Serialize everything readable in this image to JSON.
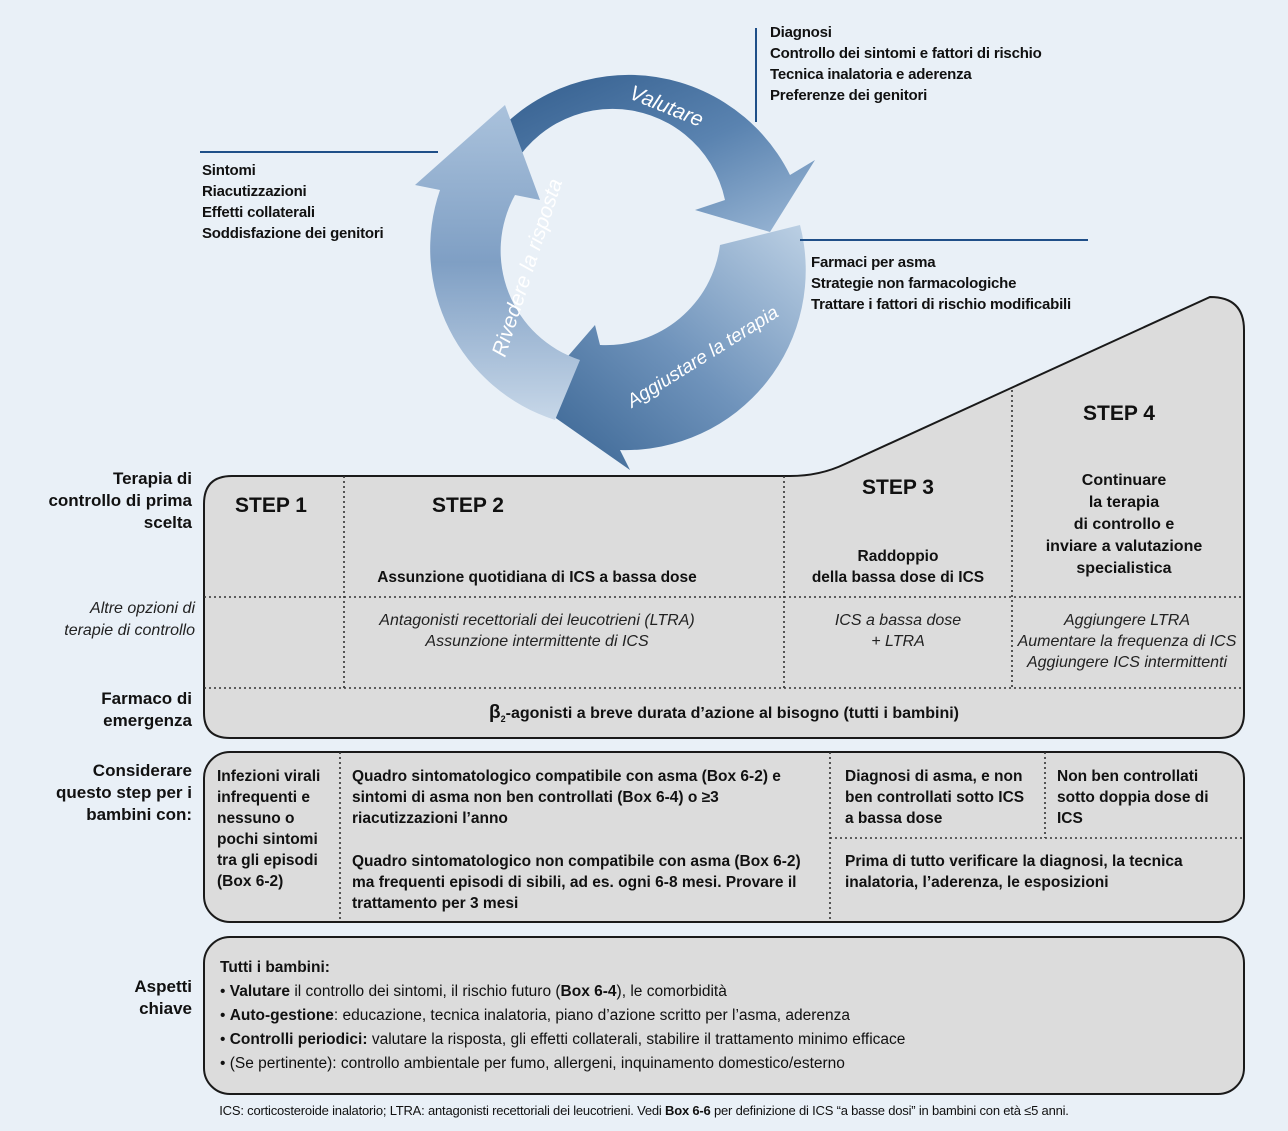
{
  "cycle": {
    "labels": {
      "assess": "Valutare",
      "adjust": "Aggiustare la terapia",
      "review": "Rivedere la risposta"
    },
    "assess_items": [
      "Diagnosi",
      "Controllo dei sintomi e fattori di rischio",
      "Tecnica inalatoria e aderenza",
      "Preferenze dei genitori"
    ],
    "review_items": [
      "Sintomi",
      "Riacutizzazioni",
      "Effetti collaterali",
      "Soddisfazione dei genitori"
    ],
    "adjust_items": [
      "Farmaci per asma",
      "Strategie non farmacologiche",
      "Trattare i fattori di rischio modificabili"
    ]
  },
  "row_labels": {
    "controller": "Terapia di controllo di prima scelta",
    "other": "Altre opzioni di terapie di controllo",
    "reliever": "Farmaco di emergenza",
    "consider": "Considerare questo step per i bambini con:",
    "key": "Aspetti chiave"
  },
  "steps": {
    "s1": {
      "title": "STEP 1"
    },
    "s2": {
      "title": "STEP 2",
      "preferred": "Assunzione quotidiana di ICS a bassa dose",
      "other": [
        "Antagonisti recettoriali dei leucotrieni (LTRA)",
        "Assunzione intermittente di ICS"
      ]
    },
    "s3": {
      "title": "STEP 3",
      "preferred": [
        "Raddoppio",
        "della bassa dose di ICS"
      ],
      "other": [
        "ICS a bassa dose",
        "+ LTRA"
      ]
    },
    "s4": {
      "title": "STEP 4",
      "preferred": [
        "Continuare",
        "la terapia",
        "di controllo e",
        "inviare a valutazione",
        "specialistica"
      ],
      "other": [
        "Aggiungere LTRA",
        "Aumentare la frequenza di ICS",
        "Aggiungere ICS intermittenti"
      ]
    }
  },
  "reliever": {
    "beta": "β",
    "sub": "2",
    "text": "-agonisti a breve durata d’azione al bisogno (tutti i bambini)"
  },
  "consider": {
    "c1": "Infezioni virali infrequenti e nessuno o pochi sintomi tra gli episodi",
    "c1_ref": "Box 6-2",
    "c2a": {
      "t1": "Quadro sintomatologico compatibile con asma (",
      "r1": "Box 6-2",
      "t2": ") e sintomi di asma non ben controllati (",
      "r2": "Box 6-4",
      "t3": ") o ≥3 riacutizzazioni l’anno"
    },
    "c2b": {
      "t1": "Quadro sintomatologico non compatibile con asma (",
      "r1": "Box 6-2",
      "t2": ") ma frequenti episodi di sibili, ad es. ogni 6-8 mesi. Provare il trattamento per 3 mesi"
    },
    "c3": "Diagnosi di asma, e non ben controllati sotto ICS a bassa dose",
    "c4": "Non ben controllati sotto doppia dose di ICS",
    "c34": "Prima di tutto verificare la diagnosi, la tecnica inalatoria, l’aderenza, le esposizioni"
  },
  "key": {
    "heading": "Tutti i bambini:",
    "items": [
      {
        "b": "Valutare",
        "t": " il controllo dei sintomi, il rischio futuro (",
        "r": "Box 6-4",
        "t2": "), le comorbidità"
      },
      {
        "b": "Auto-gestione",
        "t": ": educazione, tecnica inalatoria, piano d’azione scritto per l’asma, aderenza",
        "r": "",
        "t2": ""
      },
      {
        "b": "Controlli periodici:",
        "t": " valutare la risposta, gli effetti collaterali, stabilire il trattamento minimo efficace",
        "r": "",
        "t2": ""
      },
      {
        "b": "",
        "t": "(Se pertinente): controllo ambientale per fumo, allergeni, inquinamento domestico/esterno",
        "r": "",
        "t2": ""
      }
    ]
  },
  "footnote": {
    "t1": "ICS: corticosteroide inalatorio; LTRA: antagonisti recettoriali dei leucotrieni. Vedi ",
    "r": "Box 6-6",
    "t2": " per definizione di ICS “a basse dosi” in bambini con età ≤5 anni."
  },
  "colors": {
    "background": "#e9f0f7",
    "box_fill": "#dcdcdc",
    "line": "#1a1a1a",
    "cycle_dark": "#3f6795",
    "cycle_light": "#b9cde2",
    "rule_blue": "#1f4f88"
  }
}
